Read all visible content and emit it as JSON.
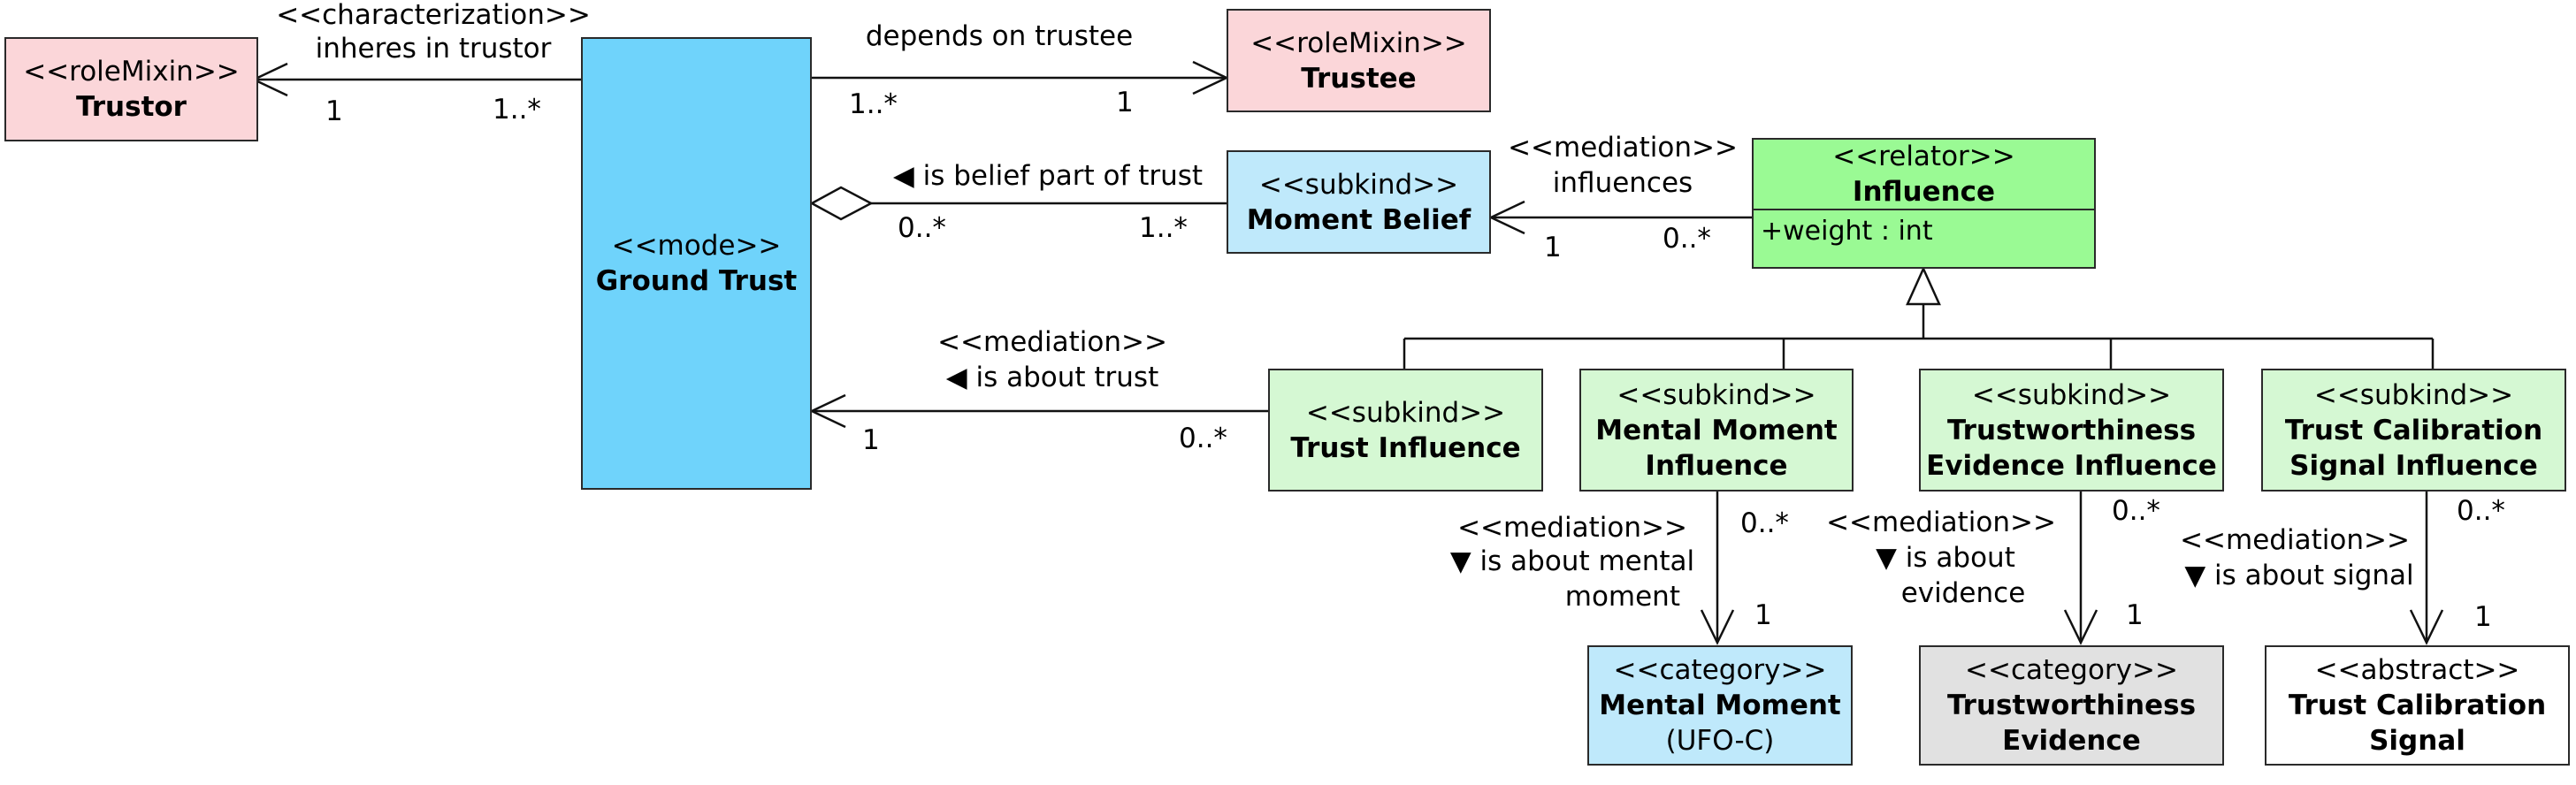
{
  "classes": {
    "trustor": {
      "stereotype": "<<roleMixin>>",
      "name": "Trustor"
    },
    "trustee": {
      "stereotype": "<<roleMixin>>",
      "name": "Trustee"
    },
    "ground_trust": {
      "stereotype": "<<mode>>",
      "name": "Ground Trust"
    },
    "moment_belief": {
      "stereotype": "<<subkind>>",
      "name": "Moment Belief"
    },
    "influence": {
      "stereotype": "<<relator>>",
      "name": "Influence",
      "attribute": "+weight : int"
    },
    "trust_influence": {
      "stereotype": "<<subkind>>",
      "name": "Trust Influence"
    },
    "mental_moment_influence": {
      "stereotype": "<<subkind>>",
      "name_line1": "Mental Moment",
      "name_line2": "Influence"
    },
    "trustworthiness_evidence_influence": {
      "stereotype": "<<subkind>>",
      "name_line1": "Trustworthiness",
      "name_line2": "Evidence Influence"
    },
    "trust_calibration_signal_influence": {
      "stereotype": "<<subkind>>",
      "name_line1": "Trust Calibration",
      "name_line2": "Signal Influence"
    },
    "mental_moment": {
      "stereotype": "<<category>>",
      "name": "Mental Moment",
      "note": "(UFO-C)"
    },
    "trustworthiness_evidence": {
      "stereotype": "<<category>>",
      "name_line1": "Trustworthiness",
      "name_line2": "Evidence"
    },
    "trust_calibration_signal": {
      "stereotype": "<<abstract>>",
      "name_line1": "Trust Calibration",
      "name_line2": "Signal"
    }
  },
  "associations": {
    "inheres": {
      "stereotype": "<<characterization>>",
      "label": "inheres in trustor",
      "mult_source": "1..*",
      "mult_target": "1"
    },
    "depends": {
      "label": "depends on trustee",
      "mult_source": "1..*",
      "mult_target": "1"
    },
    "belief_part": {
      "label": "◀ is belief part of trust",
      "mult_whole": "0..*",
      "mult_part": "1..*"
    },
    "influences": {
      "stereotype": "<<mediation>>",
      "label": "influences",
      "mult_source": "0..*",
      "mult_target": "1"
    },
    "about_trust": {
      "stereotype": "<<mediation>>",
      "label": "◀ is about trust",
      "mult_source": "0..*",
      "mult_target": "1"
    },
    "about_mental": {
      "stereotype": "<<mediation>>",
      "label_line1": "▼ is about mental",
      "label_line2": "moment",
      "mult_source": "0..*",
      "mult_target": "1"
    },
    "about_evidence": {
      "stereotype": "<<mediation>>",
      "label_line1": "▼ is about",
      "label_line2": "evidence",
      "mult_source": "0..*",
      "mult_target": "1"
    },
    "about_signal": {
      "stereotype": "<<mediation>>",
      "label": "▼ is about signal",
      "mult_source": "0..*",
      "mult_target": "1"
    }
  },
  "colors": {
    "role": "#fbd6d9",
    "mode": "#6fd3fb",
    "subkind_belief": "#bfe9fb",
    "subkind_influence": "#d5f8d3",
    "relator": "#9afa94",
    "category_evidence": "#e1e1e1",
    "abstract": "#ffffff"
  }
}
